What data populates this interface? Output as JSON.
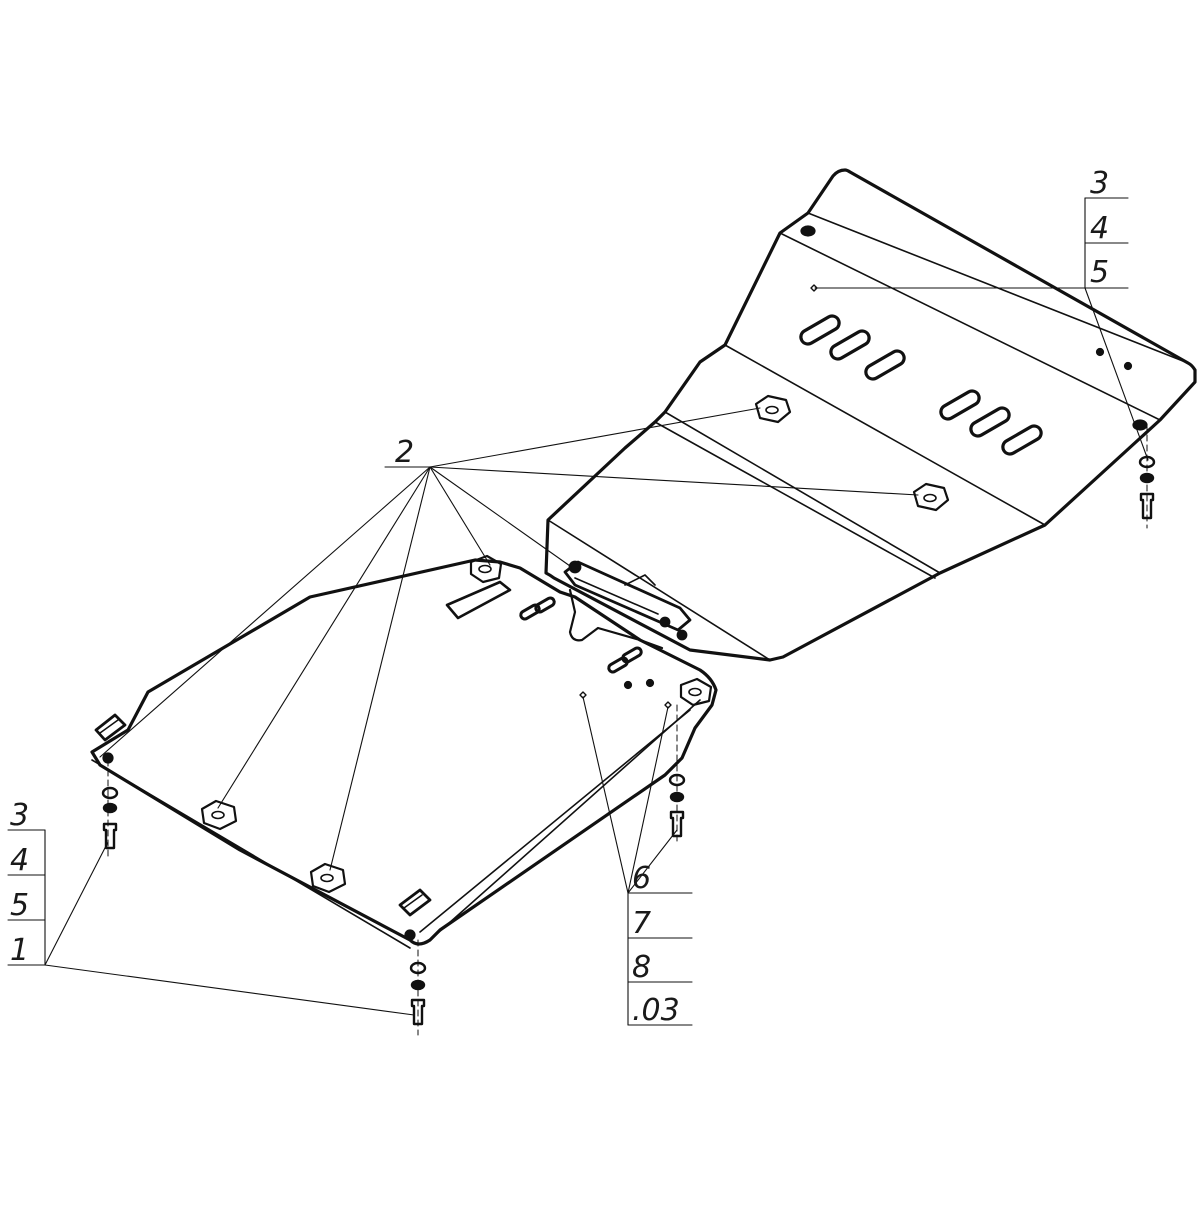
{
  "drawing": {
    "callouts": {
      "top_right": [
        "3",
        "4",
        "5"
      ],
      "bottom_left": [
        "3",
        "4",
        "5",
        "1"
      ],
      "center": [
        "2"
      ],
      "bottom_center": [
        "6",
        "7",
        "8",
        ".03"
      ]
    }
  }
}
